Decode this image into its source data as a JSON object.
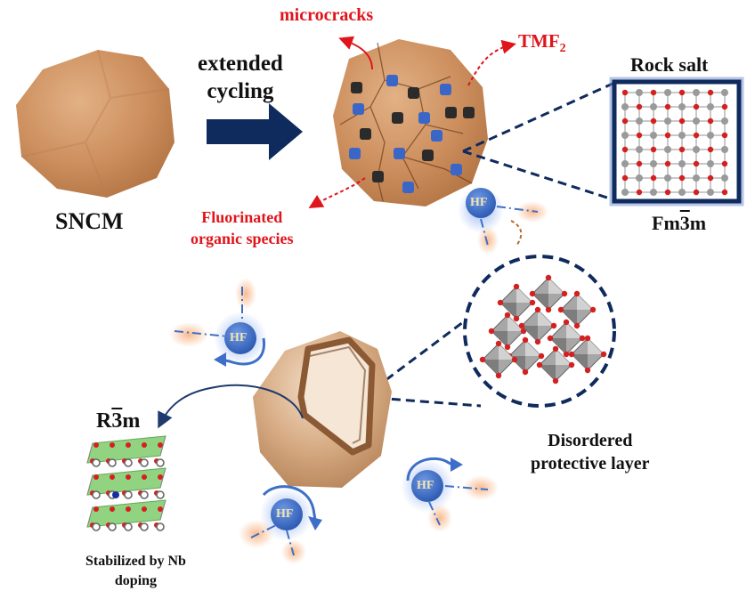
{
  "labels": {
    "microcracks": "microcracks",
    "tmf_main": "TMF",
    "tmf_sub": "2",
    "extended_line1": "extended",
    "extended_line2": "cycling",
    "sncm": "SNCM",
    "fluorinated_line1": "Fluorinated",
    "fluorinated_line2": "organic species",
    "rock_salt": "Rock salt",
    "fm3m_pre": "Fm",
    "fm3m_bar": "3",
    "fm3m_post": "m",
    "r3m_pre": "R",
    "r3m_bar": "3",
    "r3m_post": "m",
    "disordered_line1": "Disordered",
    "disordered_line2": "protective layer",
    "stabilized_line1": "Stabilized by Nb",
    "stabilized_line2": "doping",
    "hf": "HF"
  },
  "colors": {
    "particle": "#c98a5a",
    "particle_light": "#e0b48a",
    "navy": "#0f2a5c",
    "red_text": "#e0151b",
    "hf_blue": "#3d6fc9",
    "glow_orange": "#f6a56b"
  }
}
